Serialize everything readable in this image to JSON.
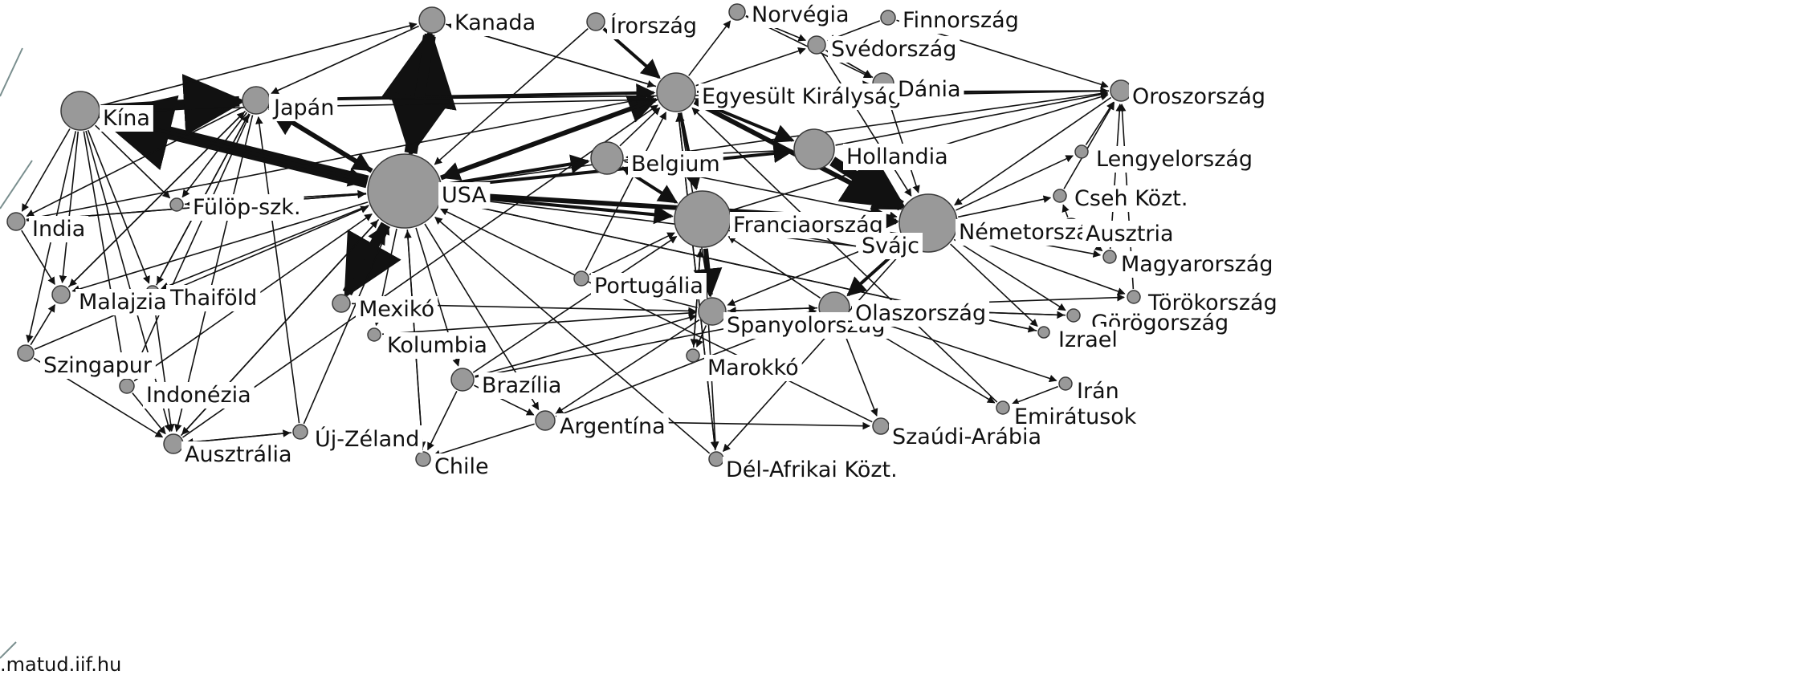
{
  "source_text": ".matud.iif.hu",
  "nodes": [
    {
      "id": "kanada",
      "label": "Kanada"
    },
    {
      "id": "irorszag",
      "label": "Írország"
    },
    {
      "id": "norvegia",
      "label": "Norvégia"
    },
    {
      "id": "finnorszag",
      "label": "Finnország"
    },
    {
      "id": "svedorszag",
      "label": "Svédország"
    },
    {
      "id": "kina",
      "label": "Kína"
    },
    {
      "id": "japan",
      "label": "Japán"
    },
    {
      "id": "uk",
      "label": "Egyesült Királyság"
    },
    {
      "id": "dania",
      "label": "Dánia"
    },
    {
      "id": "oroszorszag",
      "label": "Oroszország"
    },
    {
      "id": "belgium",
      "label": "Belgium"
    },
    {
      "id": "hollandia",
      "label": "Hollandia"
    },
    {
      "id": "lengyelorszag",
      "label": "Lengyelország"
    },
    {
      "id": "usa",
      "label": "USA"
    },
    {
      "id": "cseh",
      "label": "Cseh Közt."
    },
    {
      "id": "india",
      "label": "India"
    },
    {
      "id": "fulop",
      "label": "Fülöp-szk."
    },
    {
      "id": "franciaorszag",
      "label": "Franciaország"
    },
    {
      "id": "nemetorszag",
      "label": "Németország"
    },
    {
      "id": "ausztria",
      "label": "Ausztria"
    },
    {
      "id": "svajc",
      "label": "Svájc"
    },
    {
      "id": "magyarorszag",
      "label": "Magyarország"
    },
    {
      "id": "portugalia",
      "label": "Portugália"
    },
    {
      "id": "malajzia",
      "label": "Malajzia"
    },
    {
      "id": "thaifold",
      "label": "Thaiföld"
    },
    {
      "id": "mexiko",
      "label": "Mexikó"
    },
    {
      "id": "torokorszag",
      "label": "Törökország"
    },
    {
      "id": "spanyolorszag",
      "label": "Spanyolország"
    },
    {
      "id": "olaszorszag",
      "label": "Olaszország"
    },
    {
      "id": "gorogorszag",
      "label": "Görögország"
    },
    {
      "id": "izrael",
      "label": "Izrael"
    },
    {
      "id": "kolumbia",
      "label": "Kolumbia"
    },
    {
      "id": "szingapur",
      "label": "Szingapur"
    },
    {
      "id": "marokko",
      "label": "Marokkó"
    },
    {
      "id": "brazilia",
      "label": "Brazília"
    },
    {
      "id": "indonezia",
      "label": "Indonézia"
    },
    {
      "id": "iran",
      "label": "Irán"
    },
    {
      "id": "emiratusok",
      "label": "Emirátusok"
    },
    {
      "id": "argentina",
      "label": "Argentína"
    },
    {
      "id": "uj_zeland",
      "label": "Új-Zéland"
    },
    {
      "id": "ausztralia",
      "label": "Ausztrália"
    },
    {
      "id": "szaud",
      "label": "Szaúdi-Arábia"
    },
    {
      "id": "chile",
      "label": "Chile"
    },
    {
      "id": "del_afrika",
      "label": "Dél-Afrikai Közt."
    }
  ],
  "edges": [
    [
      "usa",
      "kanada",
      5
    ],
    [
      "kanada",
      "usa",
      4
    ],
    [
      "usa",
      "kina",
      5
    ],
    [
      "kina",
      "japan",
      4
    ],
    [
      "usa",
      "japan",
      3
    ],
    [
      "usa",
      "mexiko",
      4
    ],
    [
      "usa",
      "uk",
      3
    ],
    [
      "usa",
      "nemetorszag",
      3
    ],
    [
      "usa",
      "franciaorszag",
      2
    ],
    [
      "usa",
      "belgium",
      2
    ],
    [
      "usa",
      "hollandia",
      2
    ],
    [
      "uk",
      "nemetorszag",
      3
    ],
    [
      "hollandia",
      "nemetorszag",
      4
    ],
    [
      "franciaorszag",
      "nemetorszag",
      2
    ],
    [
      "belgium",
      "franciaorszag",
      2
    ],
    [
      "nemetorszag",
      "olaszorszag",
      2
    ],
    [
      "franciaorszag",
      "spanyolorszag",
      3
    ],
    [
      "uk",
      "franciaorszag",
      2
    ],
    [
      "uk",
      "hollandia",
      2
    ],
    [
      "irorszag",
      "uk",
      2
    ],
    [
      "norvegia",
      "svedorszag",
      1
    ],
    [
      "finnorszag",
      "svedorszag",
      1
    ],
    [
      "dania",
      "nemetorszag",
      1
    ],
    [
      "svedorszag",
      "nemetorszag",
      1
    ],
    [
      "oroszorszag",
      "nemetorszag",
      1
    ],
    [
      "japan",
      "uk",
      2
    ],
    [
      "kina",
      "kanada",
      1
    ],
    [
      "kanada",
      "japan",
      1
    ],
    [
      "kina",
      "india",
      1
    ],
    [
      "kina",
      "malajzia",
      1
    ],
    [
      "kina",
      "szingapur",
      1
    ],
    [
      "japan",
      "thaifold",
      1
    ],
    [
      "japan",
      "indonezia",
      1
    ],
    [
      "kina",
      "ausztralia",
      1
    ],
    [
      "japan",
      "ausztralia",
      1
    ],
    [
      "usa",
      "brazilia",
      1
    ],
    [
      "usa",
      "kolumbia",
      1
    ],
    [
      "usa",
      "chile",
      1
    ],
    [
      "usa",
      "argentina",
      1
    ],
    [
      "usa",
      "india",
      1
    ],
    [
      "usa",
      "fulop",
      1
    ],
    [
      "usa",
      "malajzia",
      1
    ],
    [
      "usa",
      "thaifold",
      1
    ],
    [
      "usa",
      "ausztralia",
      1
    ],
    [
      "usa",
      "izrael",
      1
    ],
    [
      "usa",
      "oroszorszag",
      1
    ],
    [
      "nemetorszag",
      "ausztria",
      1
    ],
    [
      "nemetorszag",
      "lengyelorszag",
      1
    ],
    [
      "nemetorszag",
      "cseh",
      1
    ],
    [
      "nemetorszag",
      "magyarorszag",
      1
    ],
    [
      "nemetorszag",
      "torokorszag",
      1
    ],
    [
      "nemetorszag",
      "gorogorszag",
      1
    ],
    [
      "nemetorszag",
      "izrael",
      1
    ],
    [
      "olaszorszag",
      "gorogorszag",
      1
    ],
    [
      "olaszorszag",
      "torokorszag",
      1
    ],
    [
      "franciaorszag",
      "marokko",
      1
    ],
    [
      "spanyolorszag",
      "portugalia",
      1
    ],
    [
      "spanyolorszag",
      "marokko",
      1
    ],
    [
      "spanyolorszag",
      "argentina",
      1
    ],
    [
      "brazilia",
      "argentina",
      1
    ],
    [
      "brazilia",
      "chile",
      1
    ],
    [
      "argentina",
      "chile",
      1
    ],
    [
      "olaszorszag",
      "szaud",
      1
    ],
    [
      "olaszorszag",
      "iran",
      1
    ],
    [
      "olaszorszag",
      "emiratusok",
      1
    ],
    [
      "uk",
      "del_afrika",
      1
    ],
    [
      "franciaorszag",
      "del_afrika",
      1
    ],
    [
      "nemetorszag",
      "del_afrika",
      1
    ],
    [
      "ausztralia",
      "uj_zeland",
      1
    ],
    [
      "uj_zeland",
      "ausztralia",
      1
    ],
    [
      "szingapur",
      "malajzia",
      1
    ],
    [
      "india",
      "malajzia",
      1
    ],
    [
      "indonezia",
      "ausztralia",
      1
    ],
    [
      "thaifold",
      "ausztralia",
      1
    ],
    [
      "kina",
      "indonezia",
      1
    ],
    [
      "kina",
      "thaifold",
      1
    ],
    [
      "kina",
      "fulop",
      1
    ],
    [
      "japan",
      "fulop",
      1
    ],
    [
      "japan",
      "malajzia",
      1
    ],
    [
      "japan",
      "india",
      1
    ],
    [
      "uk",
      "oroszorszag",
      1
    ],
    [
      "hollandia",
      "oroszorszag",
      1
    ],
    [
      "franciaorszag",
      "oroszorszag",
      1
    ],
    [
      "uk",
      "svedorszag",
      1
    ],
    [
      "uk",
      "norvegia",
      1
    ],
    [
      "uk",
      "dania",
      1
    ],
    [
      "uk",
      "kanada",
      1
    ],
    [
      "uk",
      "usa",
      2
    ],
    [
      "nemetorszag",
      "usa",
      1
    ],
    [
      "franciaorszag",
      "usa",
      1
    ],
    [
      "belgium",
      "uk",
      1
    ],
    [
      "hollandia",
      "uk",
      1
    ],
    [
      "svajc",
      "nemetorszag",
      1
    ],
    [
      "svajc",
      "franciaorszag",
      1
    ],
    [
      "svajc",
      "usa",
      1
    ],
    [
      "olaszorszag",
      "franciaorszag",
      1
    ],
    [
      "spanyolorszag",
      "uk",
      1
    ],
    [
      "portugalia",
      "uk",
      1
    ],
    [
      "portugalia",
      "franciaorszag",
      1
    ],
    [
      "mexiko",
      "spanyolorszag",
      1
    ],
    [
      "kolumbia",
      "spanyolorszag",
      1
    ],
    [
      "brazilia",
      "spanyolorszag",
      1
    ],
    [
      "brazilia",
      "olaszorszag",
      1
    ],
    [
      "brazilia",
      "franciaorszag",
      1
    ],
    [
      "argentina",
      "olaszorszag",
      1
    ],
    [
      "argentina",
      "szaud",
      1
    ],
    [
      "marokko",
      "franciaorszag",
      1
    ],
    [
      "izrael",
      "usa",
      1
    ],
    [
      "iran",
      "emiratusok",
      1
    ],
    [
      "szaud",
      "usa",
      1
    ],
    [
      "emiratusok",
      "uk",
      1
    ],
    [
      "del_afrika",
      "uk",
      1
    ],
    [
      "del_afrika",
      "usa",
      1
    ],
    [
      "chile",
      "usa",
      1
    ],
    [
      "ausztralia",
      "uk",
      1
    ],
    [
      "ausztralia",
      "usa",
      1
    ],
    [
      "india",
      "uk",
      1
    ],
    [
      "india",
      "usa",
      1
    ],
    [
      "szingapur",
      "usa",
      1
    ],
    [
      "szingapur",
      "ausztralia",
      1
    ],
    [
      "fulop",
      "usa",
      1
    ],
    [
      "indonezia",
      "usa",
      1
    ],
    [
      "malajzia",
      "japan",
      1
    ],
    [
      "thaifold",
      "japan",
      1
    ],
    [
      "uj_zeland",
      "usa",
      1
    ],
    [
      "uj_zeland",
      "japan",
      1
    ],
    [
      "kanada",
      "uk",
      1
    ],
    [
      "irorszag",
      "usa",
      1
    ],
    [
      "finnorszag",
      "oroszorszag",
      1
    ],
    [
      "svedorszag",
      "dania",
      1
    ],
    [
      "norvegia",
      "dania",
      1
    ],
    [
      "dania",
      "svedorszag",
      1
    ],
    [
      "lengyelorszag",
      "oroszorszag",
      1
    ],
    [
      "cseh",
      "oroszorszag",
      1
    ],
    [
      "ausztria",
      "magyarorszag",
      1
    ],
    [
      "ausztria",
      "cseh",
      1
    ],
    [
      "magyarorszag",
      "oroszorszag",
      1
    ],
    [
      "gorogorszag",
      "olaszorszag",
      1
    ],
    [
      "torokorszag",
      "oroszorszag",
      1
    ],
    [
      "oroszorszag",
      "kina",
      1
    ],
    [
      "oroszorszag",
      "japan",
      1
    ],
    [
      "belgium",
      "nemetorszag",
      1
    ],
    [
      "hollandia",
      "belgium",
      1
    ],
    [
      "franciaorszag",
      "belgium",
      1
    ],
    [
      "spanyolorszag",
      "olaszorszag",
      1
    ],
    [
      "olaszorszag",
      "spanyolorszag",
      1
    ],
    [
      "nemetorszag",
      "spanyolorszag",
      1
    ],
    [
      "kina",
      "usa",
      2
    ],
    [
      "japan",
      "usa",
      2
    ],
    [
      "mexiko",
      "usa",
      2
    ]
  ],
  "colors": {
    "node_fill": "#999999",
    "node_stroke": "#3a3a3a",
    "edge": "#111111",
    "corner_accent": "#7a8f8f"
  }
}
